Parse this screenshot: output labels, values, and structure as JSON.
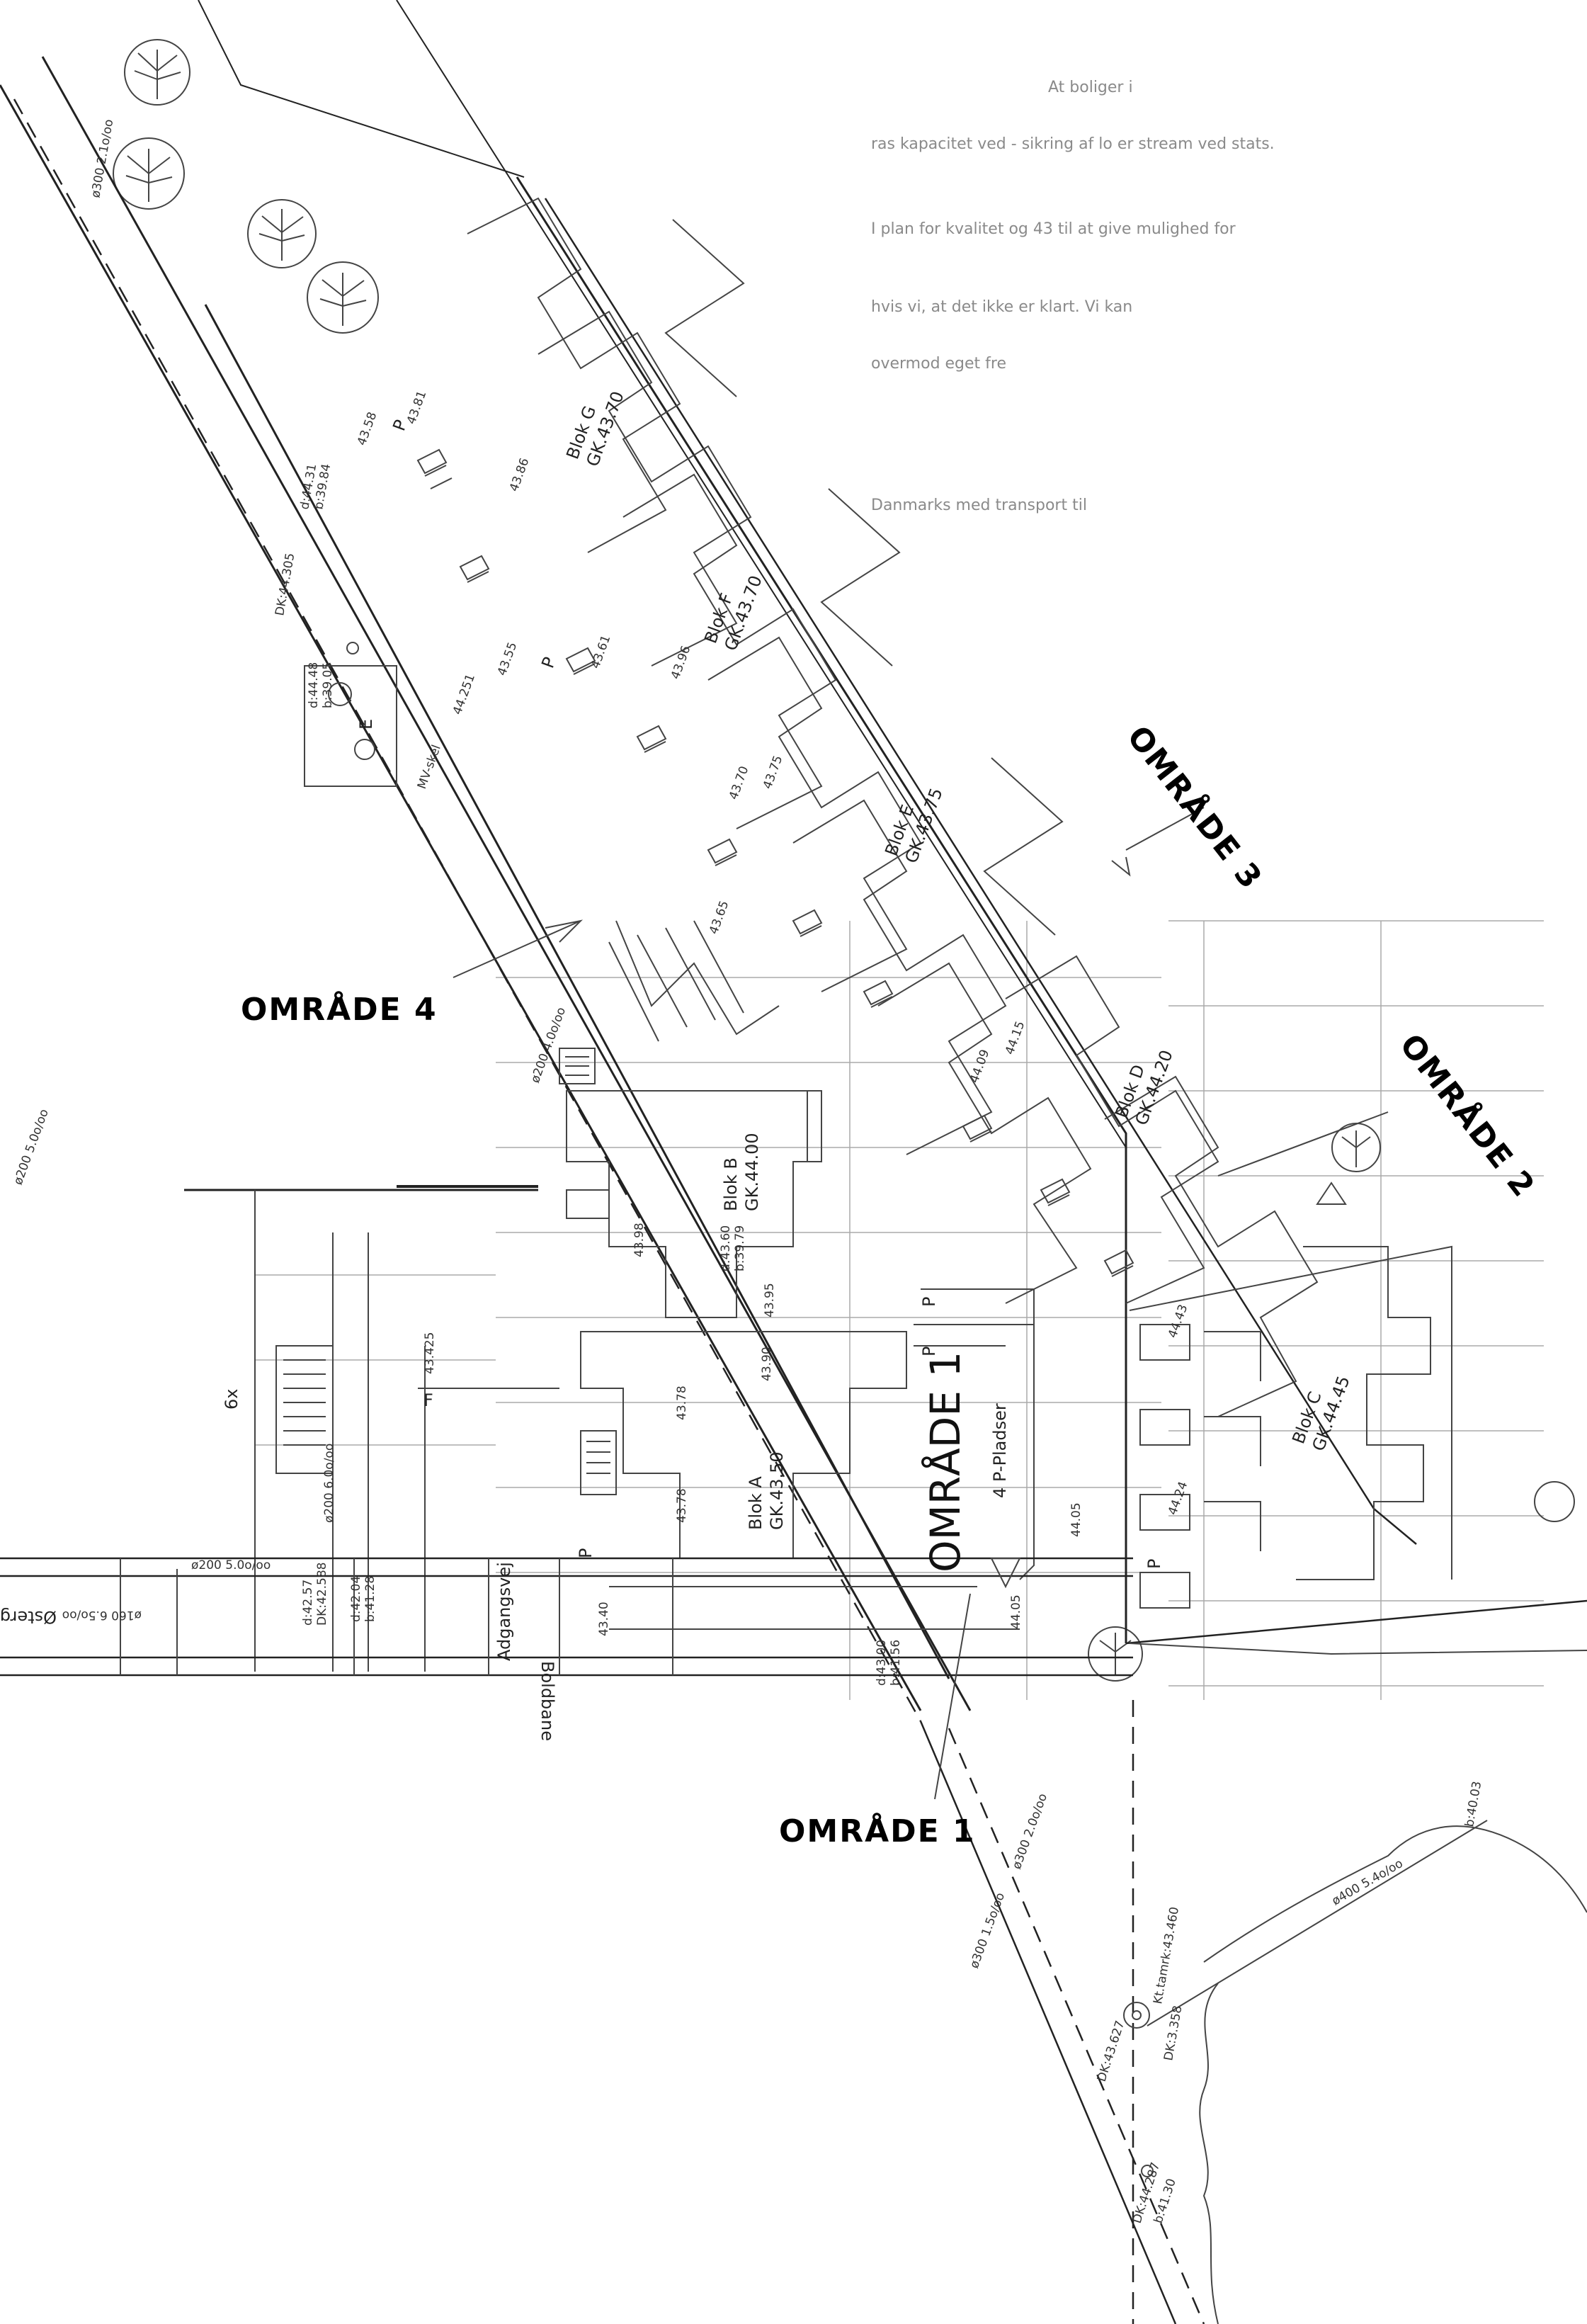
{
  "areas": {
    "omrade_1": "OMRÅDE 1",
    "omrade_2": "OMRÅDE 2",
    "omrade_3": "OMRÅDE 3",
    "omrade_4": "OMRÅDE 4",
    "omrade_1_handwritten": "OMRÅDE 1"
  },
  "blocks": {
    "a": {
      "name": "Blok A",
      "gk": "GK.43.50"
    },
    "b": {
      "name": "Blok B",
      "gk": "GK.44.00"
    },
    "c": {
      "name": "Blok C",
      "gk": "GK.44.45"
    },
    "d": {
      "name": "Blok D",
      "gk": "GK.44.20"
    },
    "e": {
      "name": "Blok E",
      "gk": "GK.43.75"
    },
    "f": {
      "name": "Blok F",
      "gk": "GK.43.70"
    },
    "g": {
      "name": "Blok G",
      "gk": "GK.43.70"
    }
  },
  "street_labels": {
    "adgangsvej": "Adgangsvej",
    "boldbane": "Boldbane",
    "ostergade": "Østerg",
    "p_pladser": "4 P-Pladser",
    "parking": "P",
    "count_6x": "6x",
    "mv_skab": "MV-skel",
    "f_mark": "F",
    "e_mark": "E"
  },
  "elevations": {
    "e_43_40": "43.40",
    "e_44_05a": "44.05",
    "e_44_05b": "44.05",
    "e_43_78a": "43.78",
    "e_43_78b": "43.78",
    "e_43_425": "43.425",
    "e_43_98": "43.98",
    "e_43_95": "43.95",
    "e_43_90": "43.90",
    "e_43_65": "43.65",
    "e_43_55": "43.55",
    "e_43_58": "43.58",
    "e_44_251": "44.251",
    "e_43_75": "43.75",
    "e_43_70": "43.70",
    "e_43_61": "43.61",
    "e_43_81": "43.81",
    "e_43_86": "43.86",
    "e_43_96": "43.96",
    "e_44_15": "44.15",
    "e_44_09": "44.09",
    "e_44_43": "44.43",
    "e_44_24": "44.24",
    "e_40_03": "b:40.03"
  },
  "survey_points": {
    "dk_44_305": "DK:44.305",
    "dk_43_627": "DK:43.627",
    "dk_43_358": "DK:3.358",
    "kt_43_460": "Kt.tamrk:43.460",
    "dk_44_287": "DK:44.287",
    "b_41_30": "b:41.30",
    "d_44_31": "d:44.31",
    "b_39_84": "b:39.84",
    "d_44_48": "d:44.48",
    "b_39_05": "b:39.05",
    "d_43_60": "d:43.60",
    "b_39_79": "b:39.79",
    "d_43_00": "d:43.00",
    "b_41_56": "b:41.56",
    "d_42_04": "d:42.04",
    "b_41_28": "b:41.28",
    "d_42_57": "d:42.57",
    "dk_42_588": "DK:42.588"
  },
  "pipes": {
    "p1": "ø300 2.1o/oo",
    "p2": "ø200 5.0o/oo",
    "p3": "ø200 4.0o/oo",
    "p4": "ø300 2.0o/oo",
    "p5": "ø300 1.5o/oo",
    "p6": "ø200 6.0o/oo",
    "p7": "ø160 6.5o/oo",
    "p8": "ø200 5.0o/oo",
    "p9": "ø400 5.4o/oo"
  },
  "background_text": {
    "t1": "At boliger i",
    "t2": "ras kapacitet ved - sikring af lo   er stream ved stats.",
    "t3": "I plan for kvalitet og 43 til at give mulighed for",
    "t4": "hvis vi, at det ikke er klart. Vi kan",
    "t5": "Danmarks med transport til",
    "t6": "overmod eget fre"
  },
  "colors": {
    "ink": "#222222",
    "paper": "#ffffff",
    "faint": "#aaaaaa"
  }
}
